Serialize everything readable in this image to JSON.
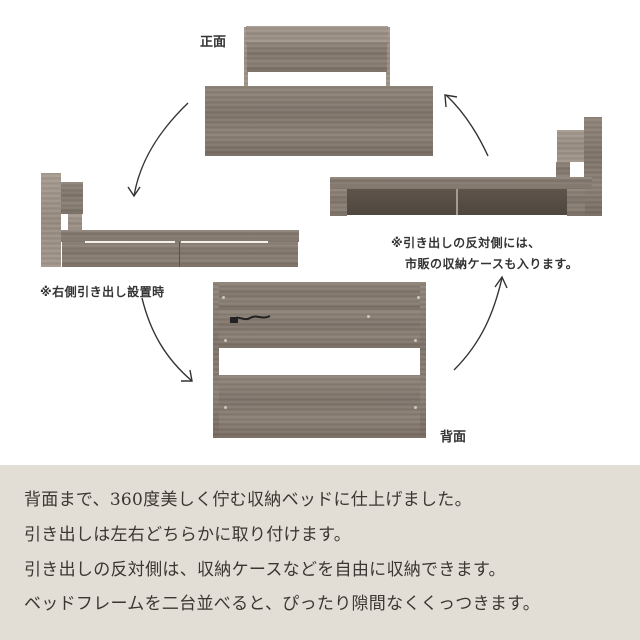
{
  "labels": {
    "front": "正面",
    "back": "背面",
    "right_drawer_note": "※右側引き出し設置時",
    "opposite_side_note_line1": "※引き出しの反対側には、",
    "opposite_side_note_line2": "市販の収納ケースも入ります。"
  },
  "description": {
    "lines": [
      "背面まで、360度美しく佇む収納ベッドに仕上げました。",
      "引き出しは左右どちらかに取り付けます。",
      "引き出しの反対側は、収納ケースなどを自由に収納できます。",
      "ベッドフレームを二台並べると、ぴったり隙間なくくっつきます。"
    ]
  },
  "colors": {
    "background": "#ffffff",
    "text_panel": "#e3ded5",
    "wood": "#857a6f",
    "text": "#3a3632"
  },
  "icons": {
    "arrows": [
      "curved-arrow-down-left",
      "curved-arrow-up-left",
      "curved-arrow-down-right",
      "curved-arrow-up-right"
    ]
  }
}
